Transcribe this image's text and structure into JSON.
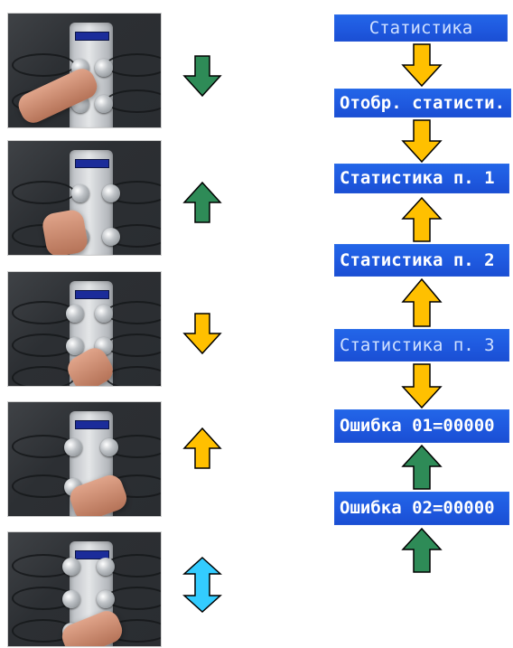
{
  "left_panel": {
    "photos": [
      {
        "name": "photo-button-down-press"
      },
      {
        "name": "photo-button-up-press"
      },
      {
        "name": "photo-button-down-yellow"
      },
      {
        "name": "photo-button-up-yellow"
      },
      {
        "name": "photo-button-updown"
      }
    ],
    "arrows": [
      {
        "direction": "down",
        "color": "#2e8b57",
        "icon": "down-arrow-icon"
      },
      {
        "direction": "up",
        "color": "#2e8b57",
        "icon": "up-arrow-icon"
      },
      {
        "direction": "down",
        "color": "#ffc000",
        "icon": "down-arrow-icon"
      },
      {
        "direction": "up",
        "color": "#ffc000",
        "icon": "up-arrow-icon"
      },
      {
        "direction": "updown",
        "color": "#33ccff",
        "icon": "updown-arrow-icon"
      }
    ]
  },
  "right_panel": {
    "lcd_items": [
      {
        "label": "Статистика"
      },
      {
        "label": "Отобр. статисти."
      },
      {
        "label": "Статистика п.  1"
      },
      {
        "label": "Статистика п.  2"
      },
      {
        "label": "Статистика п.  3"
      },
      {
        "label": "Ошибка  01=00000"
      },
      {
        "label": "Ошибка  02=00000"
      }
    ],
    "flow_arrows": [
      {
        "direction": "down",
        "color": "#ffc000"
      },
      {
        "direction": "down",
        "color": "#ffc000"
      },
      {
        "direction": "up",
        "color": "#ffc000"
      },
      {
        "direction": "up",
        "color": "#ffc000"
      },
      {
        "direction": "down",
        "color": "#ffc000"
      },
      {
        "direction": "up",
        "color": "#2e8b57"
      },
      {
        "direction": "up",
        "color": "#2e8b57"
      }
    ]
  },
  "colors": {
    "lcd_background": "#1f5ae0",
    "lcd_text": "#ffffff",
    "yellow_arrow": "#ffc000",
    "green_arrow": "#2e8b57",
    "cyan_arrow": "#33ccff"
  }
}
